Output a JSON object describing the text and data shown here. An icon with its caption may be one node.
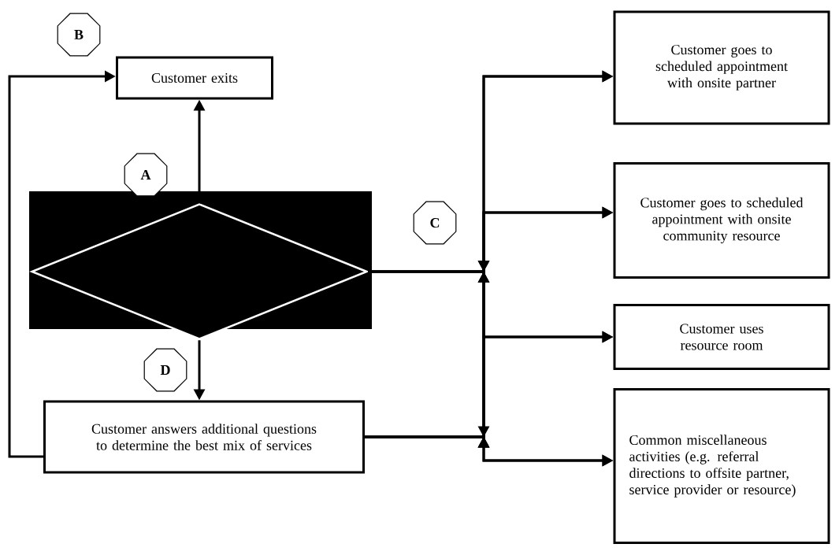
{
  "diagram": {
    "nodes": [
      {
        "text": [
          "Customer exits"
        ]
      },
      {
        "text": [],
        "shape": "diamond"
      },
      {
        "text": [
          "Customer answers additional questions to determine the best mix of services"
        ]
      },
      {
        "text": [
          "Customer goes to scheduled appointment with onsite partner"
        ]
      },
      {
        "text": [
          "Customer goes to scheduled appointment with onsite community resource"
        ]
      },
      {
        "text": [
          "Customer uses resource room"
        ]
      },
      {
        "text": [
          "Common miscellaneous activities (e.g. referral directions to offsite partner, service provider or resource)"
        ]
      }
    ],
    "edges": [
      {
        "from": 1,
        "to": 0,
        "arrow": "to"
      },
      {
        "from": 1,
        "to": 2,
        "arrow": "to"
      },
      {
        "from": 2,
        "to": 0,
        "arrow": "to"
      },
      {
        "from": 1,
        "to": 3,
        "arrow": "to"
      },
      {
        "from": 1,
        "to": 4,
        "arrow": "to"
      },
      {
        "from": 1,
        "to": 5,
        "arrow": "to"
      },
      {
        "from": 1,
        "to": 6,
        "arrow": "to"
      },
      {
        "from": 2,
        "to": 3,
        "arrow": "to"
      },
      {
        "from": 2,
        "to": 4,
        "arrow": "to"
      },
      {
        "from": 2,
        "to": 5,
        "arrow": "to"
      },
      {
        "from": 2,
        "to": 6,
        "arrow": "to"
      }
    ],
    "labels": [
      "B",
      "A",
      "C",
      "D"
    ]
  }
}
